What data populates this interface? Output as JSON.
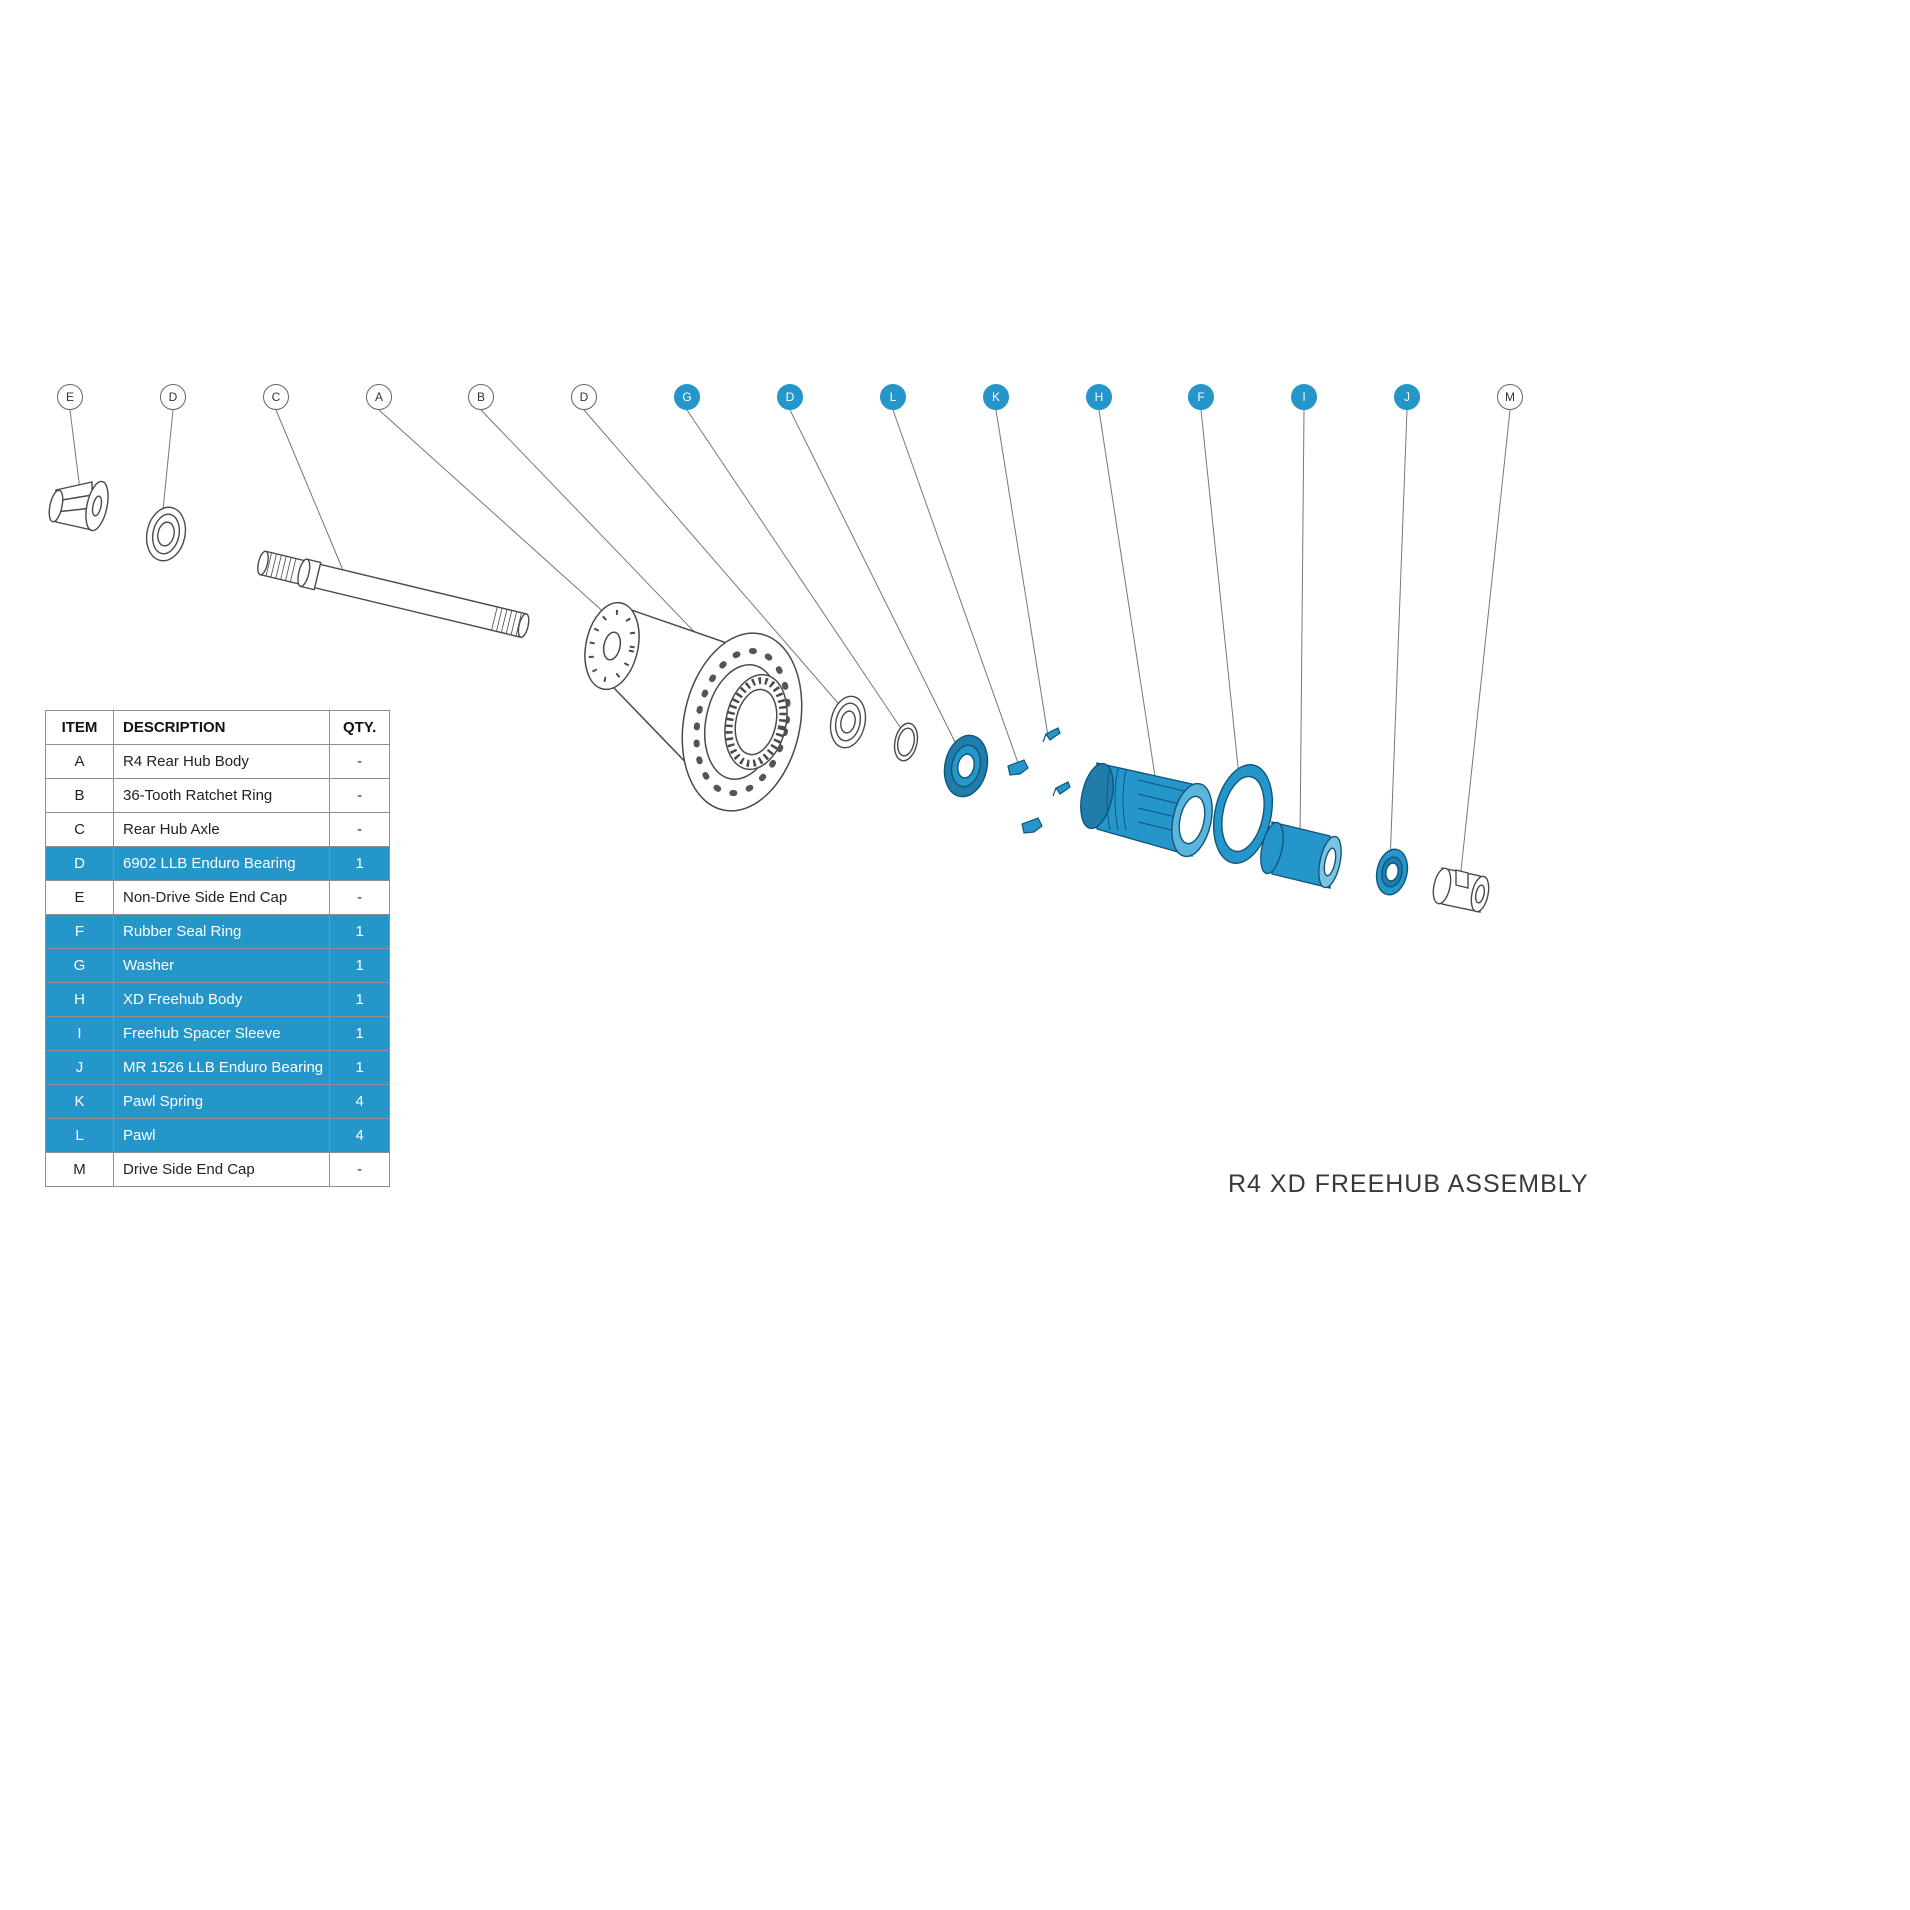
{
  "title": {
    "text": "R4 XD FREEHUB ASSEMBLY"
  },
  "colors": {
    "accent": "#2496ca",
    "accent_dark": "#10567c",
    "line": "#4a4a4a"
  },
  "table": {
    "headers": {
      "item": "ITEM",
      "description": "DESCRIPTION",
      "qty": "QTY."
    },
    "rows": [
      {
        "item": "A",
        "description": "R4 Rear Hub Body",
        "qty": "-",
        "highlight": false
      },
      {
        "item": "B",
        "description": "36-Tooth Ratchet Ring",
        "qty": "-",
        "highlight": false
      },
      {
        "item": "C",
        "description": "Rear Hub Axle",
        "qty": "-",
        "highlight": false
      },
      {
        "item": "D",
        "description": "6902 LLB Enduro Bearing",
        "qty": "1",
        "highlight": true
      },
      {
        "item": "E",
        "description": "Non-Drive Side End Cap",
        "qty": "-",
        "highlight": false
      },
      {
        "item": "F",
        "description": "Rubber Seal Ring",
        "qty": "1",
        "highlight": true
      },
      {
        "item": "G",
        "description": "Washer",
        "qty": "1",
        "highlight": true
      },
      {
        "item": "H",
        "description": "XD Freehub Body",
        "qty": "1",
        "highlight": true
      },
      {
        "item": "I",
        "description": "Freehub Spacer Sleeve",
        "qty": "1",
        "highlight": true
      },
      {
        "item": "J",
        "description": "MR 1526 LLB Enduro Bearing",
        "qty": "1",
        "highlight": true
      },
      {
        "item": "K",
        "description": "Pawl Spring",
        "qty": "4",
        "highlight": true
      },
      {
        "item": "L",
        "description": "Pawl",
        "qty": "4",
        "highlight": true
      },
      {
        "item": "M",
        "description": "Drive Side End Cap",
        "qty": "-",
        "highlight": false
      }
    ]
  },
  "balloons": [
    {
      "label": "E",
      "highlight": false
    },
    {
      "label": "D",
      "highlight": false
    },
    {
      "label": "C",
      "highlight": false
    },
    {
      "label": "A",
      "highlight": false
    },
    {
      "label": "B",
      "highlight": false
    },
    {
      "label": "D",
      "highlight": false
    },
    {
      "label": "G",
      "highlight": true
    },
    {
      "label": "D",
      "highlight": true
    },
    {
      "label": "L",
      "highlight": true
    },
    {
      "label": "K",
      "highlight": true
    },
    {
      "label": "H",
      "highlight": true
    },
    {
      "label": "F",
      "highlight": true
    },
    {
      "label": "I",
      "highlight": true
    },
    {
      "label": "J",
      "highlight": true
    },
    {
      "label": "M",
      "highlight": false
    }
  ]
}
